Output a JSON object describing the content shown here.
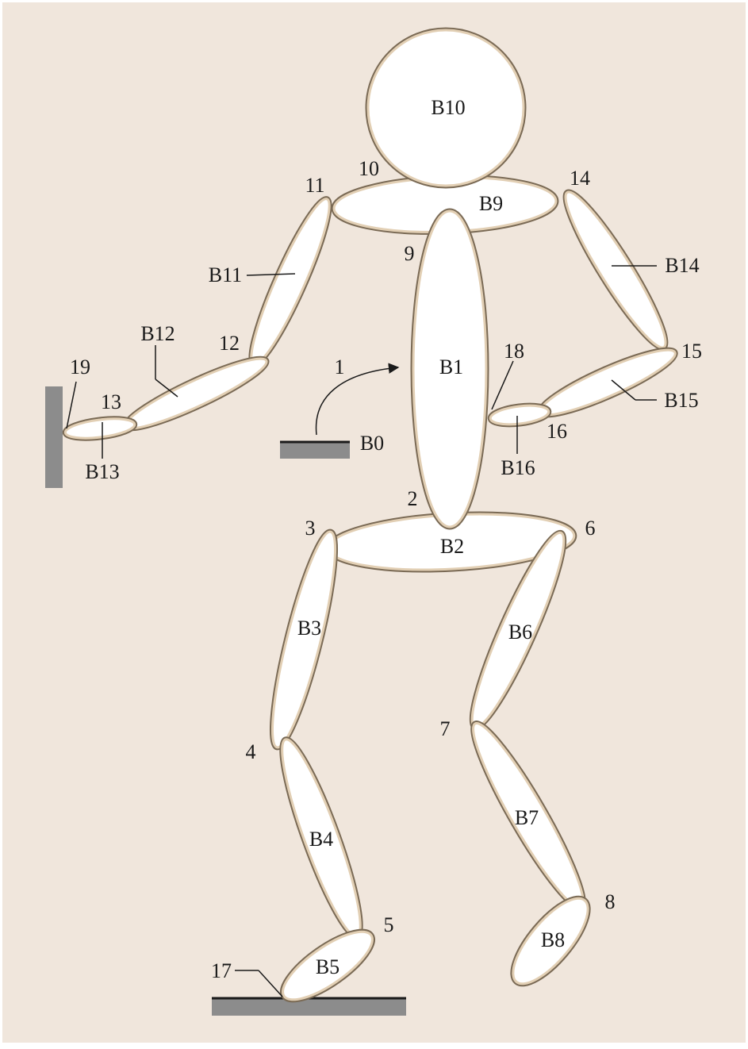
{
  "colors": {
    "background": "#f0e6dc",
    "segment_fill": "#ffffff",
    "segment_outline": "#7a6a55",
    "segment_highlight": "#e2cfb4",
    "ground": "#8c8c8c",
    "text": "#1a1a1a"
  },
  "bodies": {
    "b0": "B0",
    "b1": "B1",
    "b2": "B2",
    "b3": "B3",
    "b4": "B4",
    "b5": "B5",
    "b6": "B6",
    "b7": "B7",
    "b8": "B8",
    "b9": "B9",
    "b10": "B10",
    "b11": "B11",
    "b12": "B12",
    "b13": "B13",
    "b14": "B14",
    "b15": "B15",
    "b16": "B16"
  },
  "joints": {
    "j1": "1",
    "j2": "2",
    "j3": "3",
    "j4": "4",
    "j5": "5",
    "j6": "6",
    "j7": "7",
    "j8": "8",
    "j9": "9",
    "j10": "10",
    "j11": "11",
    "j12": "12",
    "j13": "13",
    "j14": "14",
    "j15": "15",
    "j16": "16",
    "j17": "17",
    "j18": "18",
    "j19": "19"
  }
}
